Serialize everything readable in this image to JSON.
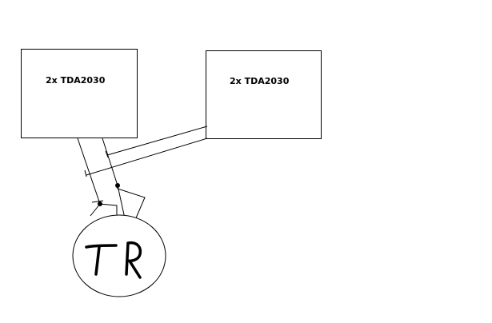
{
  "diagram": {
    "amp_left": {
      "label": "2x TDA2030"
    },
    "amp_right": {
      "label": "2x TDA2030"
    },
    "transformer": {
      "label": "TR"
    },
    "colors": {
      "background": "#ffffff",
      "line": "#000000"
    }
  }
}
